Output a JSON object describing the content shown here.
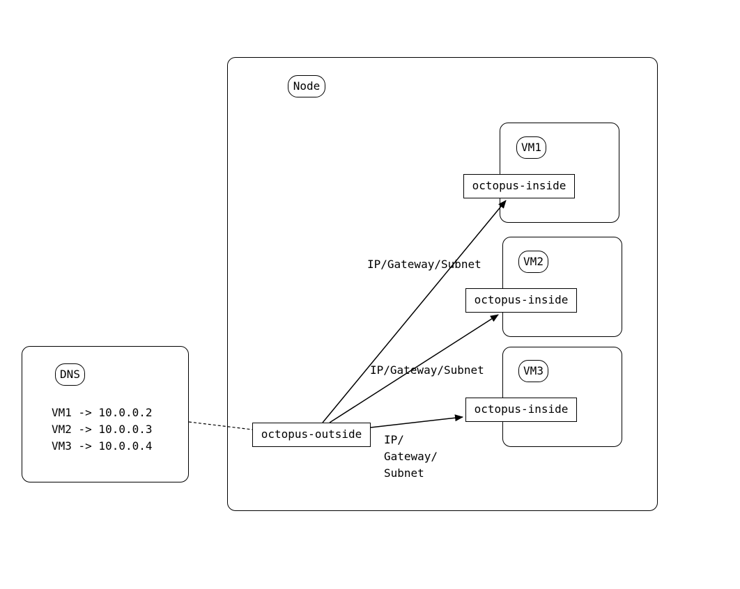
{
  "node": {
    "label": "Node"
  },
  "dns": {
    "label": "DNS",
    "records": [
      "VM1 -> 10.0.0.2",
      "VM2 -> 10.0.0.3",
      "VM3 -> 10.0.0.4"
    ]
  },
  "outside_port": "octopus-outside",
  "vms": [
    {
      "label": "VM1",
      "port": "octopus-inside"
    },
    {
      "label": "VM2",
      "port": "octopus-inside"
    },
    {
      "label": "VM3",
      "port": "octopus-inside"
    }
  ],
  "edge_labels": {
    "vm1": "IP/Gateway/Subnet",
    "vm2": "IP/Gateway/Subnet",
    "vm3": [
      "IP/",
      "Gateway/",
      "Subnet"
    ]
  },
  "colors": {
    "line": "#000000",
    "background": "#ffffff"
  }
}
